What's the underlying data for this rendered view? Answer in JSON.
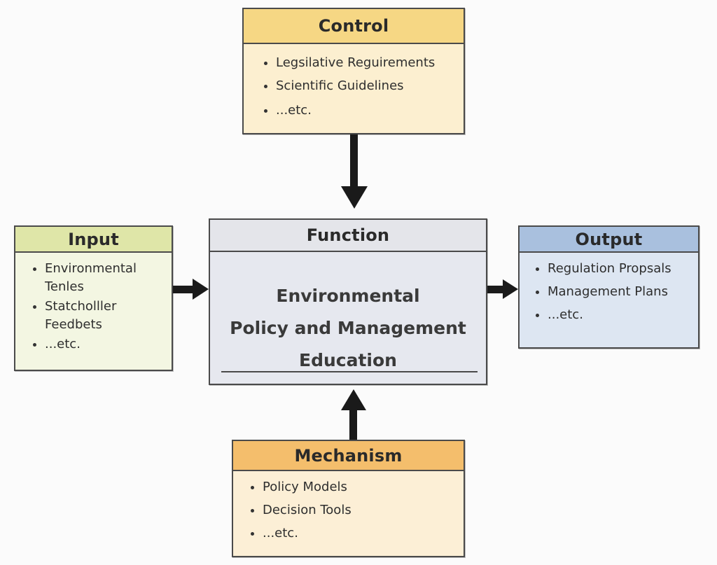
{
  "diagram": {
    "type": "IDEF0",
    "control": {
      "title": "Control",
      "items": [
        "Legsilative Reguirements",
        "Scientific Guidelines",
        "...etc."
      ],
      "header_color": "#f6d784",
      "body_color": "#fcefd0"
    },
    "input": {
      "title": "Input",
      "items": [
        "Environmental Tenles",
        "Statcholller Feedbets",
        "...etc."
      ],
      "header_color": "#dfe6a8",
      "body_color": "#f3f6e2"
    },
    "function": {
      "title": "Function",
      "lines": [
        "Environmental",
        "Policy and Management",
        "Education"
      ],
      "header_color": "#e4e5ea",
      "body_color": "#e6e8ef"
    },
    "output": {
      "title": "Output",
      "items": [
        "Regulation Propsals",
        "Management Plans",
        "...etc."
      ],
      "header_color": "#a9c0de",
      "body_color": "#dde6f2"
    },
    "mechanism": {
      "title": "Mechanism",
      "items": [
        "Policy Models",
        "Decision Tools",
        "...etc."
      ],
      "header_color": "#f4be6c",
      "body_color": "#fcefd6"
    },
    "arrows": [
      {
        "from": "control",
        "to": "function",
        "direction": "down"
      },
      {
        "from": "input",
        "to": "function",
        "direction": "right"
      },
      {
        "from": "function",
        "to": "output",
        "direction": "right"
      },
      {
        "from": "mechanism",
        "to": "function",
        "direction": "up"
      }
    ],
    "arrow_color": "#1a1a1a"
  }
}
